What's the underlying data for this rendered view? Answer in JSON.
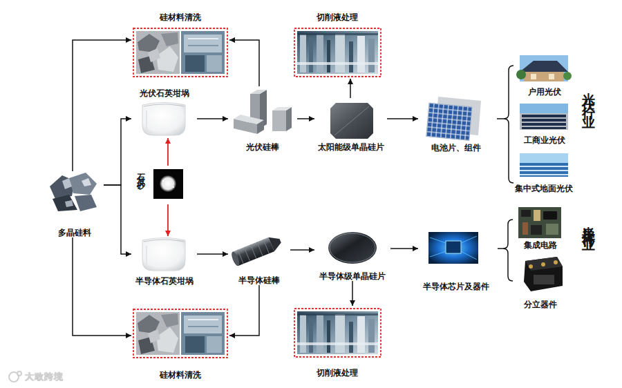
{
  "diagram": {
    "nodes": [
      {
        "text": [
          "硅材料清洗"
        ]
      },
      {
        "text": [
          "切削液处理"
        ]
      },
      {
        "text": [
          "光伏石英坩埚"
        ]
      },
      {
        "text": [
          "光伏硅棒"
        ]
      },
      {
        "text": [
          "太阳能级单晶硅片"
        ]
      },
      {
        "text": [
          "电池片、组件"
        ]
      },
      {
        "text": [
          "户用光伏"
        ]
      },
      {
        "text": [
          "工商业光伏"
        ]
      },
      {
        "text": [
          "集中式地面光伏"
        ]
      },
      {
        "text": [
          "石英砂"
        ]
      },
      {
        "text": [
          "多晶硅料"
        ]
      },
      {
        "text": [
          "半导体石英坩埚"
        ]
      },
      {
        "text": [
          "半导体硅棒"
        ]
      },
      {
        "text": [
          "半导体级单晶硅片"
        ]
      },
      {
        "text": [
          "半导体芯片及器件"
        ]
      },
      {
        "text": [
          "集成电路"
        ]
      },
      {
        "text": [
          "分立器件"
        ]
      },
      {
        "text": [
          "硅材料清洗"
        ]
      },
      {
        "text": [
          "切削液处理"
        ]
      }
    ],
    "edges": [
      {
        "from": 10,
        "to": 0,
        "arrow": "to"
      },
      {
        "from": 10,
        "to": 2,
        "arrow": "to"
      },
      {
        "from": 2,
        "to": 3,
        "arrow": "to"
      },
      {
        "from": 3,
        "to": 0,
        "arrow": "to"
      },
      {
        "from": 3,
        "to": 4,
        "arrow": "to"
      },
      {
        "from": 4,
        "to": 1,
        "arrow": "to"
      },
      {
        "from": 4,
        "to": 5,
        "arrow": "to"
      },
      {
        "from": 9,
        "to": 2,
        "arrow": "to"
      },
      {
        "from": 9,
        "to": 11,
        "arrow": "to"
      },
      {
        "from": 10,
        "to": 11,
        "arrow": "to"
      },
      {
        "from": 11,
        "to": 12,
        "arrow": "to"
      },
      {
        "from": 12,
        "to": 13,
        "arrow": "to"
      },
      {
        "from": 13,
        "to": 14,
        "arrow": "to"
      },
      {
        "from": 13,
        "to": 18,
        "arrow": "to"
      },
      {
        "from": 12,
        "to": 17,
        "arrow": "to"
      },
      {
        "from": 10,
        "to": 17,
        "arrow": "to"
      }
    ],
    "labels": [
      "光伏行业",
      "半导体行业",
      "大敢跨境"
    ]
  }
}
